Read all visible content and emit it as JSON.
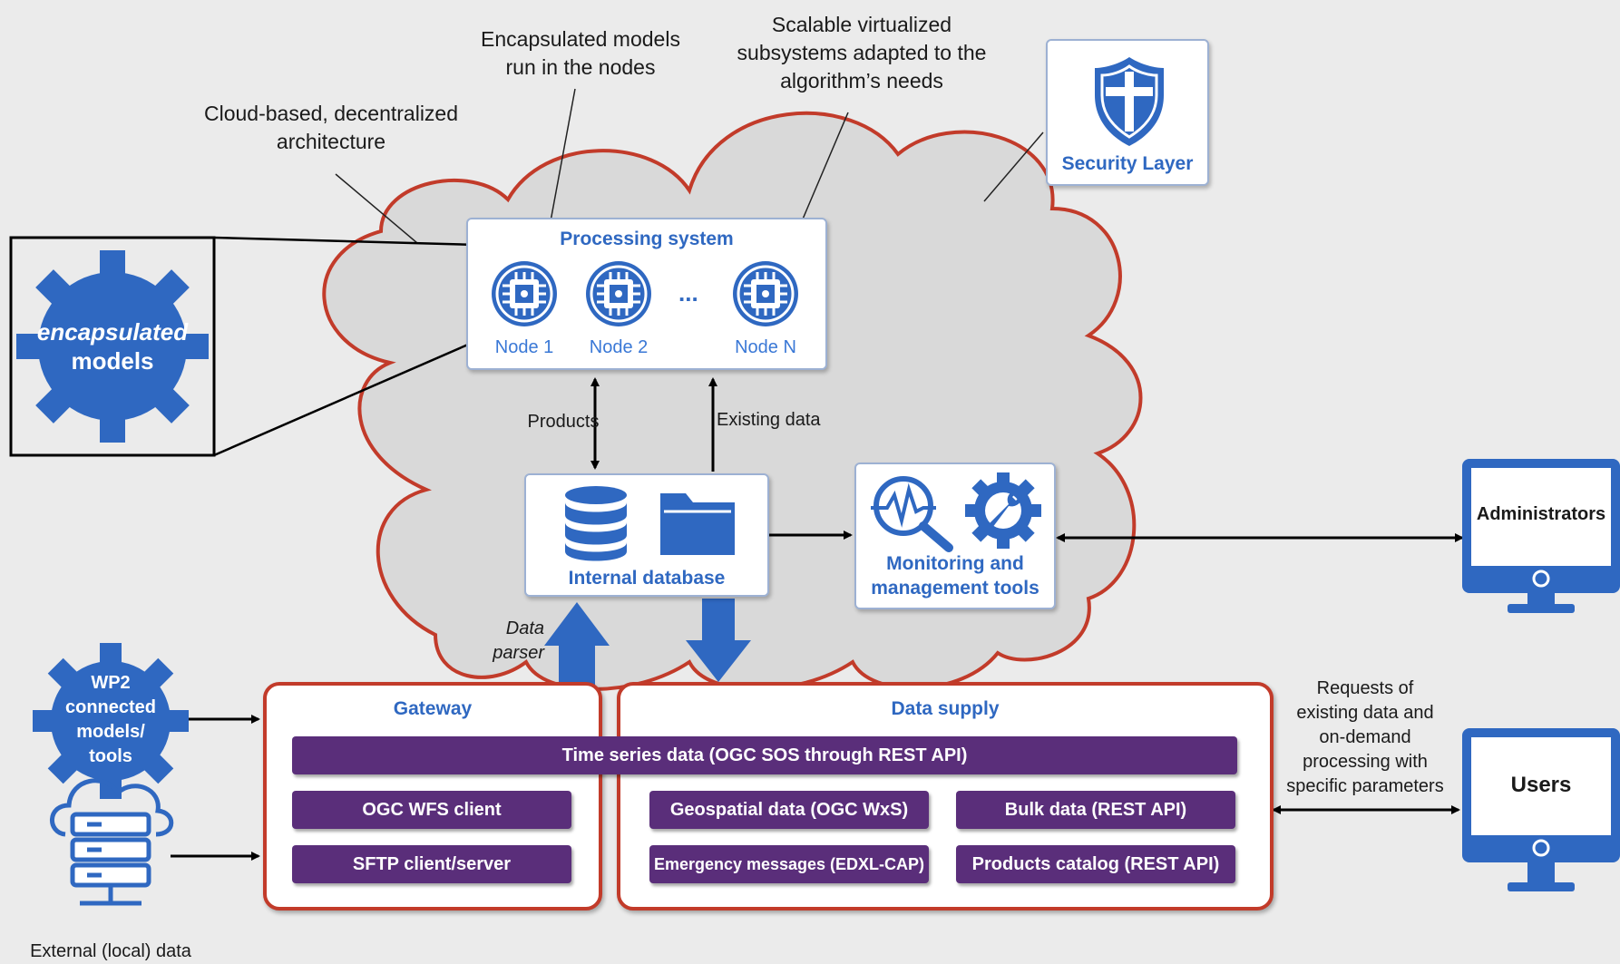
{
  "annotations": {
    "cloud": "Cloud-based, decentralized architecture",
    "cloud_lines": [
      "Cloud-based, decentralized",
      "architecture"
    ],
    "encapsulated_lines": [
      "Encapsulated models",
      "run in the nodes"
    ],
    "scalable_lines": [
      "Scalable virtualized",
      "subsystems adapted to the",
      "algorithm’s needs"
    ]
  },
  "gear_big": {
    "lines": [
      "encapsulated",
      "models"
    ]
  },
  "security": {
    "title": "Security Layer"
  },
  "processing": {
    "title": "Processing system",
    "nodes": [
      "Node 1",
      "Node 2",
      "Node N"
    ],
    "ellipsis": "..."
  },
  "flows": {
    "products": "Products",
    "existing": "Existing data",
    "parser_lines": [
      "Data",
      "parser"
    ],
    "requests_lines": [
      "Requests of",
      "existing data and",
      "on-demand",
      "processing with",
      "specific parameters"
    ]
  },
  "database": {
    "title": "Internal database"
  },
  "monitoring": {
    "lines": [
      "Monitoring and",
      "management tools"
    ]
  },
  "admins": {
    "label": "Administrators"
  },
  "users": {
    "label": "Users"
  },
  "wp2": {
    "lines": [
      "WP2",
      "connected",
      "models/",
      "tools"
    ]
  },
  "external": {
    "label": "External (local) data"
  },
  "gateway": {
    "title": "Gateway",
    "items": [
      "OGC WFS client",
      "SFTP client/server"
    ]
  },
  "timeseries": "Time series data (OGC SOS through REST API)",
  "supply": {
    "title": "Data supply",
    "items": [
      "Geospatial data (OGC WxS)",
      "Bulk data (REST API)",
      "Emergency messages (EDXL-CAP)",
      "Products catalog (REST API)"
    ]
  },
  "colors": {
    "blue": "#2f68c1",
    "red_border": "#c23b2a",
    "purple": "#5a2e7a",
    "cloud_fill": "#d9d9d9",
    "background": "#ebebeb"
  }
}
